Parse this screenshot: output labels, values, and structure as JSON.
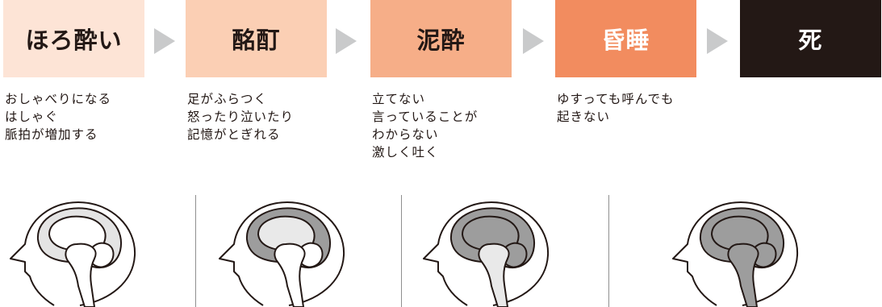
{
  "stages": [
    {
      "label": "ほろ酔い",
      "bg": "#fde4d6",
      "fg": "#231815",
      "lines": [
        "おしゃべりになる",
        "はしゃぐ",
        "脈拍が増加する"
      ]
    },
    {
      "label": "酩酊",
      "bg": "#fbcfb4",
      "fg": "#231815",
      "lines": [
        "足がふらつく",
        "怒ったり泣いたり",
        "記憶がとぎれる"
      ]
    },
    {
      "label": "泥酔",
      "bg": "#f6ae88",
      "fg": "#231815",
      "lines": [
        "立てない",
        "言っていることが",
        "わからない",
        "激しく吐く"
      ]
    },
    {
      "label": "昏睡",
      "bg": "#f28c5f",
      "fg": "#ffffff",
      "lines": [
        "ゆすっても呼んでも",
        "起きない"
      ]
    },
    {
      "label": "死",
      "bg": "#231815",
      "fg": "#ffffff",
      "lines": []
    }
  ],
  "colors": {
    "arrow": "#c9cacb",
    "divider": "#8f8f8f",
    "outline": "#231815"
  },
  "brain_fills": [
    {
      "cortex": "#e4e4e4",
      "inner": "#ffffff",
      "cerebellum": "#ffffff",
      "stem": "#ffffff"
    },
    {
      "cortex": "#9d9d9d",
      "inner": "#e9e9e9",
      "cerebellum": "#ffffff",
      "stem": "#ffffff"
    },
    {
      "cortex": "#9d9d9d",
      "inner": "#9d9d9d",
      "cerebellum": "#9d9d9d",
      "stem": "#e9e9e9"
    },
    {
      "cortex": "#9d9d9d",
      "inner": "#9d9d9d",
      "cerebellum": "#9d9d9d",
      "stem": "#9d9d9d"
    }
  ]
}
